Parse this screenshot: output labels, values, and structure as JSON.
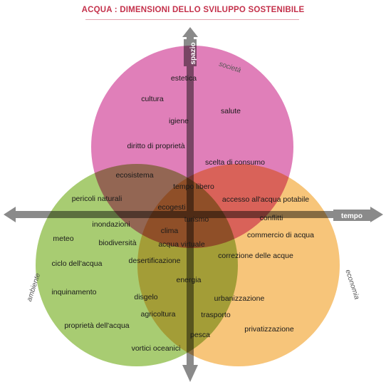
{
  "title": "ACQUA : DIMENSIONI DELLO SVILUPPO SOSTENIBILE",
  "colors": {
    "title": "#c4314b",
    "society_circle": "#e07fb9",
    "economy_circle": "#f7c57a",
    "environment_circle": "#a8cc72",
    "arrow": "#8a8a8a"
  },
  "dimensions": {
    "society": "società",
    "economy": "economia",
    "environment": "ambiente"
  },
  "axes": {
    "space": "spazio",
    "time": "tempo"
  },
  "terms": [
    "estetica",
    "cultura",
    "salute",
    "igiene",
    "diritto di proprietà",
    "scelta di consumo",
    "ecosistema",
    "tempo libero",
    "accesso all'acqua potabile",
    "pericoli naturali",
    "ecogesti",
    "conflitti",
    "turismo",
    "inondazioni",
    "clima",
    "commercio di acqua",
    "meteo",
    "biodiversità",
    "acqua virtuale",
    "correzione delle acque",
    "ciclo dell'acqua",
    "desertificazione",
    "energia",
    "inquinamento",
    "disgelo",
    "urbanizzazione",
    "agricoltura",
    "trasporto",
    "proprietà dell'acqua",
    "privatizzazione",
    "pesca",
    "vortici oceanici"
  ]
}
